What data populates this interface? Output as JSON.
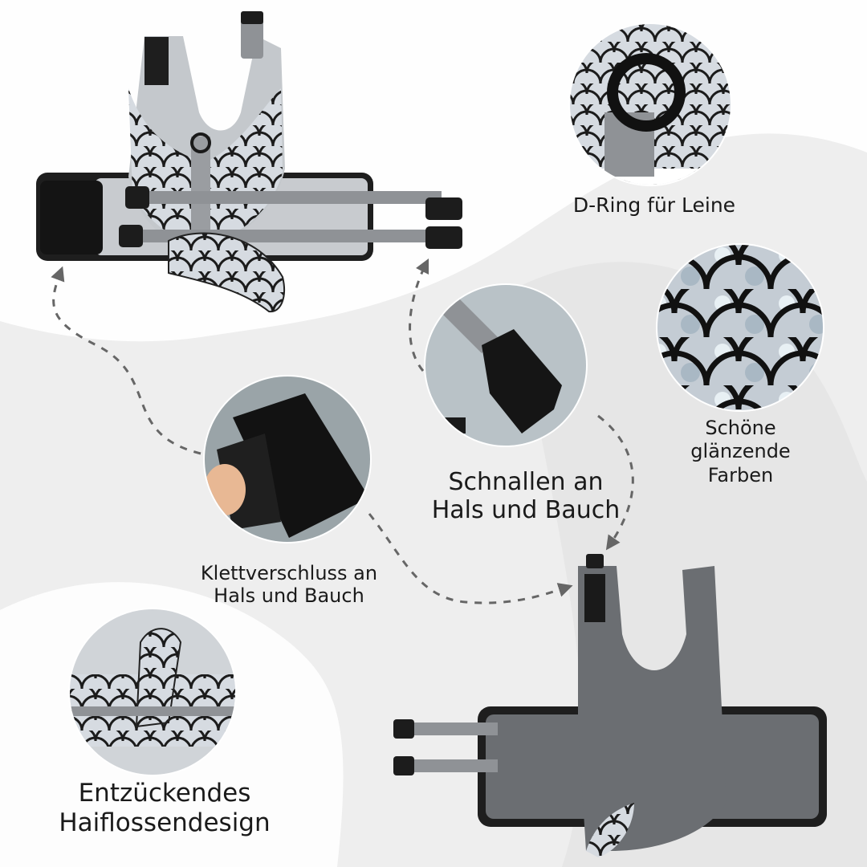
{
  "labels": {
    "dring": "D-Ring für Leine",
    "colors": [
      "Schöne",
      "glänzende",
      "Farben"
    ],
    "buckles": [
      "Schnallen an",
      "Hals und Bauch"
    ],
    "velcro": [
      "Klettverschluss an",
      "Hals und Bauch"
    ],
    "fin": [
      "Entzückendes",
      "Haiflossendesign"
    ]
  },
  "colors": {
    "background": "#eeeeee",
    "swoosh": "#ffffff",
    "vest_back": "#6b6e72",
    "vest_front": "#c9ccd0",
    "scales_line": "#1b1b1b",
    "scales_fill": "#cfd4da",
    "strap": "#8f9296",
    "buckle": "#1c1c1c",
    "velcro": "#1f1f1f",
    "arrow": "#666666"
  }
}
